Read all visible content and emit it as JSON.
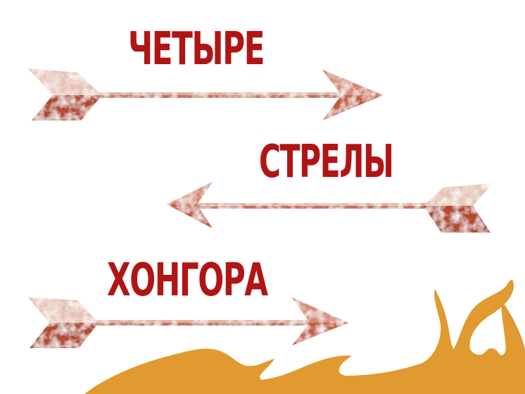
{
  "title": {
    "lines": [
      {
        "text": "ЧЕТЫРЕ"
      },
      {
        "text": "СТРЕЛЫ"
      },
      {
        "text": "ХОНГОРА"
      }
    ]
  },
  "arrows": [
    {
      "direction": "right"
    },
    {
      "direction": "left"
    },
    {
      "direction": "right"
    }
  ],
  "decoration": {
    "flame": "flame-shape"
  },
  "colors": {
    "text": "#b01515",
    "arrow_dark": "#b24a2c",
    "arrow_light": "#e8c3b6",
    "flame": "#e09a30",
    "background": "#ffffff"
  }
}
